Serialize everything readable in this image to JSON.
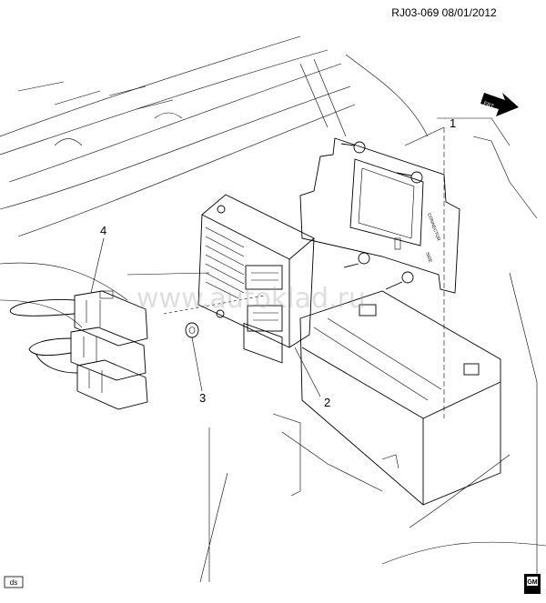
{
  "header": {
    "reference": "RJ03-069 08/01/2012"
  },
  "callouts": [
    {
      "id": "callout-1",
      "label": "1"
    },
    {
      "id": "callout-2",
      "label": "2"
    },
    {
      "id": "callout-3",
      "label": "3"
    },
    {
      "id": "callout-4",
      "label": "4"
    }
  ],
  "parts": {
    "bracket_text_1": "CONNECTOR",
    "bracket_text_2": "SIDE"
  },
  "orientation": {
    "front_label": "FRT"
  },
  "watermark": "www.autoklad.ru",
  "footer": {
    "left_badge": "ds",
    "right_logo": "GM"
  },
  "icons": [
    "front-arrow-icon",
    "gm-logo-icon"
  ]
}
